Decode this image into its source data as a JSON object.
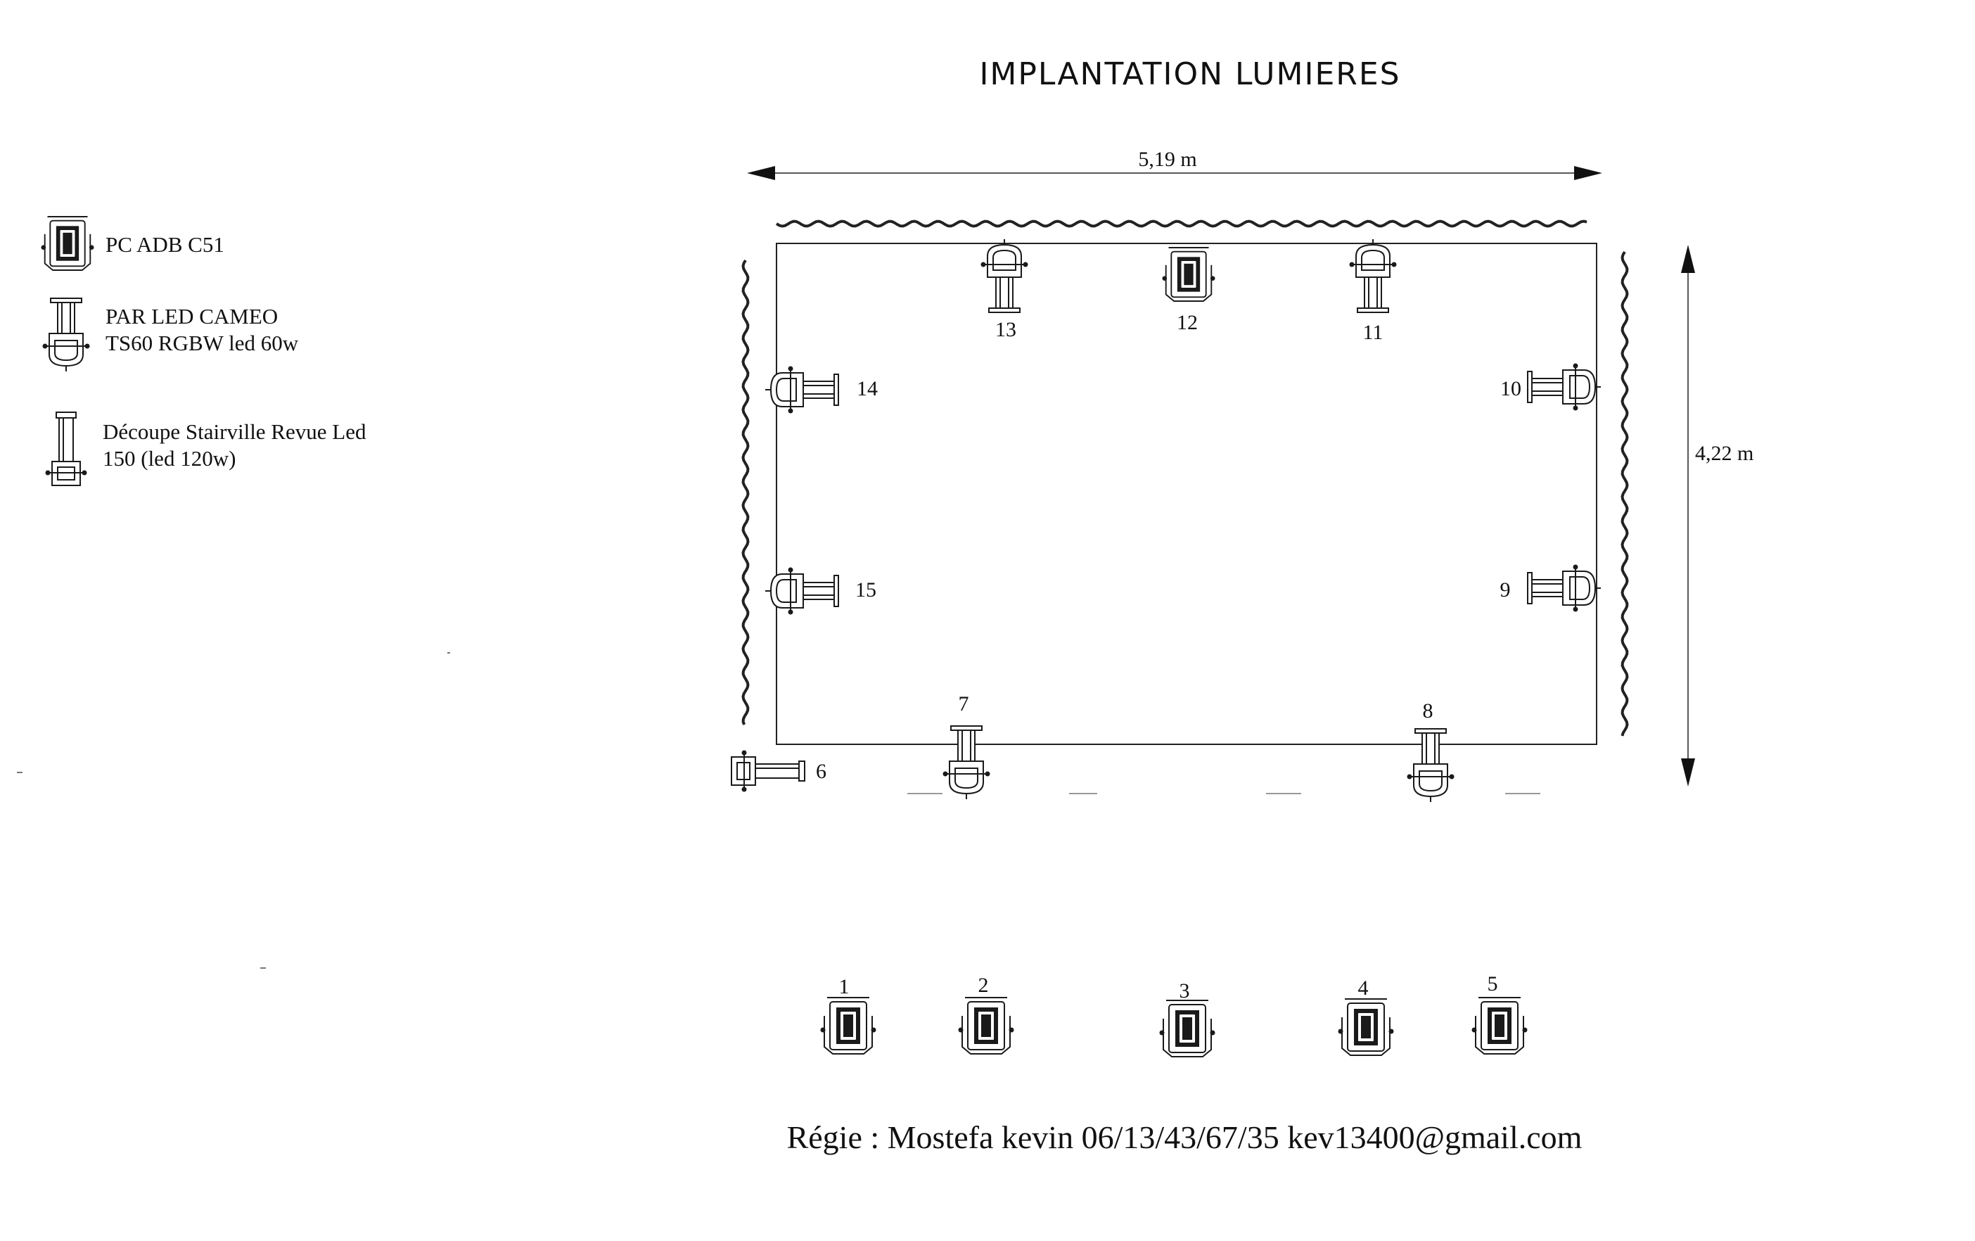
{
  "title": "IMPLANTATION LUMIERES",
  "dimensions": {
    "width_label": "5,19 m",
    "depth_label": "4,22 m"
  },
  "legend": [
    {
      "type": "pc",
      "line1": "PC ADB C51",
      "line2": ""
    },
    {
      "type": "par",
      "line1": "PAR LED CAMEO",
      "line2": "TS60 RGBW led 60w"
    },
    {
      "type": "decoupe",
      "line1": "Découpe Stairville Revue Led",
      "line2": "150 (led 120w)"
    }
  ],
  "fixtures": [
    {
      "id": "1",
      "type": "pc"
    },
    {
      "id": "2",
      "type": "pc"
    },
    {
      "id": "3",
      "type": "pc"
    },
    {
      "id": "4",
      "type": "pc"
    },
    {
      "id": "5",
      "type": "pc"
    },
    {
      "id": "6",
      "type": "decoupe"
    },
    {
      "id": "7",
      "type": "par"
    },
    {
      "id": "8",
      "type": "par"
    },
    {
      "id": "9",
      "type": "par"
    },
    {
      "id": "10",
      "type": "par"
    },
    {
      "id": "11",
      "type": "par"
    },
    {
      "id": "12",
      "type": "pc"
    },
    {
      "id": "13",
      "type": "par"
    },
    {
      "id": "14",
      "type": "par"
    },
    {
      "id": "15",
      "type": "par"
    }
  ],
  "footer": "Régie : Mostefa kevin 06/13/43/67/35 kev13400@gmail.com"
}
